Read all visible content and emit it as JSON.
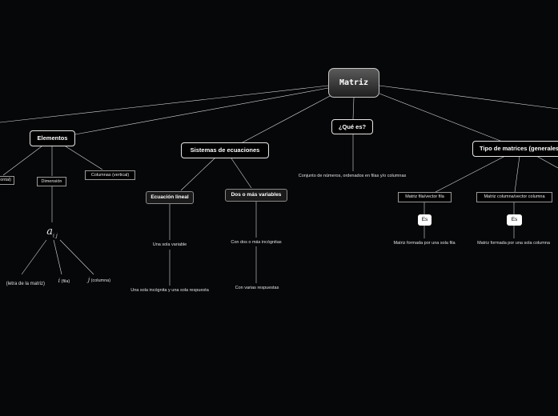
{
  "root": {
    "label": "Matriz"
  },
  "elementos": {
    "label": "Elementos",
    "filas": "(horizontal)",
    "dimension": "Dimensión",
    "columnas": "Columnas (vertical)",
    "symbol": "a",
    "symbol_sub": "i j",
    "letra": "(letra de la matriz)",
    "fila": "(fila)",
    "fila_sym": "i",
    "columna": "(columna)",
    "columna_sym": "j"
  },
  "sistemas": {
    "label": "Sistemas de ecuaciones",
    "lineal": {
      "label": "Ecuación lineal",
      "desc": "Una sola variable",
      "result": "Una sola incógnita y una sola respuesta"
    },
    "dos": {
      "label": "Dos o más variables",
      "desc": "Con dos o más incógnitas",
      "result": "Con varias respuestas"
    }
  },
  "que_es": {
    "label": "¿Qué es?",
    "desc": "Conjunto de números, ordenados en filas y/o columnas"
  },
  "tipos": {
    "label": "Tipo de matrices (generales)",
    "fila": {
      "label": "Matriz fila/vector fila",
      "es": "Es",
      "desc": "Matriz formada por una sola fila"
    },
    "columna": {
      "label": "Matriz columna/vector columna",
      "es": "Es",
      "desc": "Matriz formada por una sola columna"
    }
  },
  "colors": {
    "background": "#060709",
    "line": "#d9d9d9",
    "node_border": "#e6e6e6"
  }
}
